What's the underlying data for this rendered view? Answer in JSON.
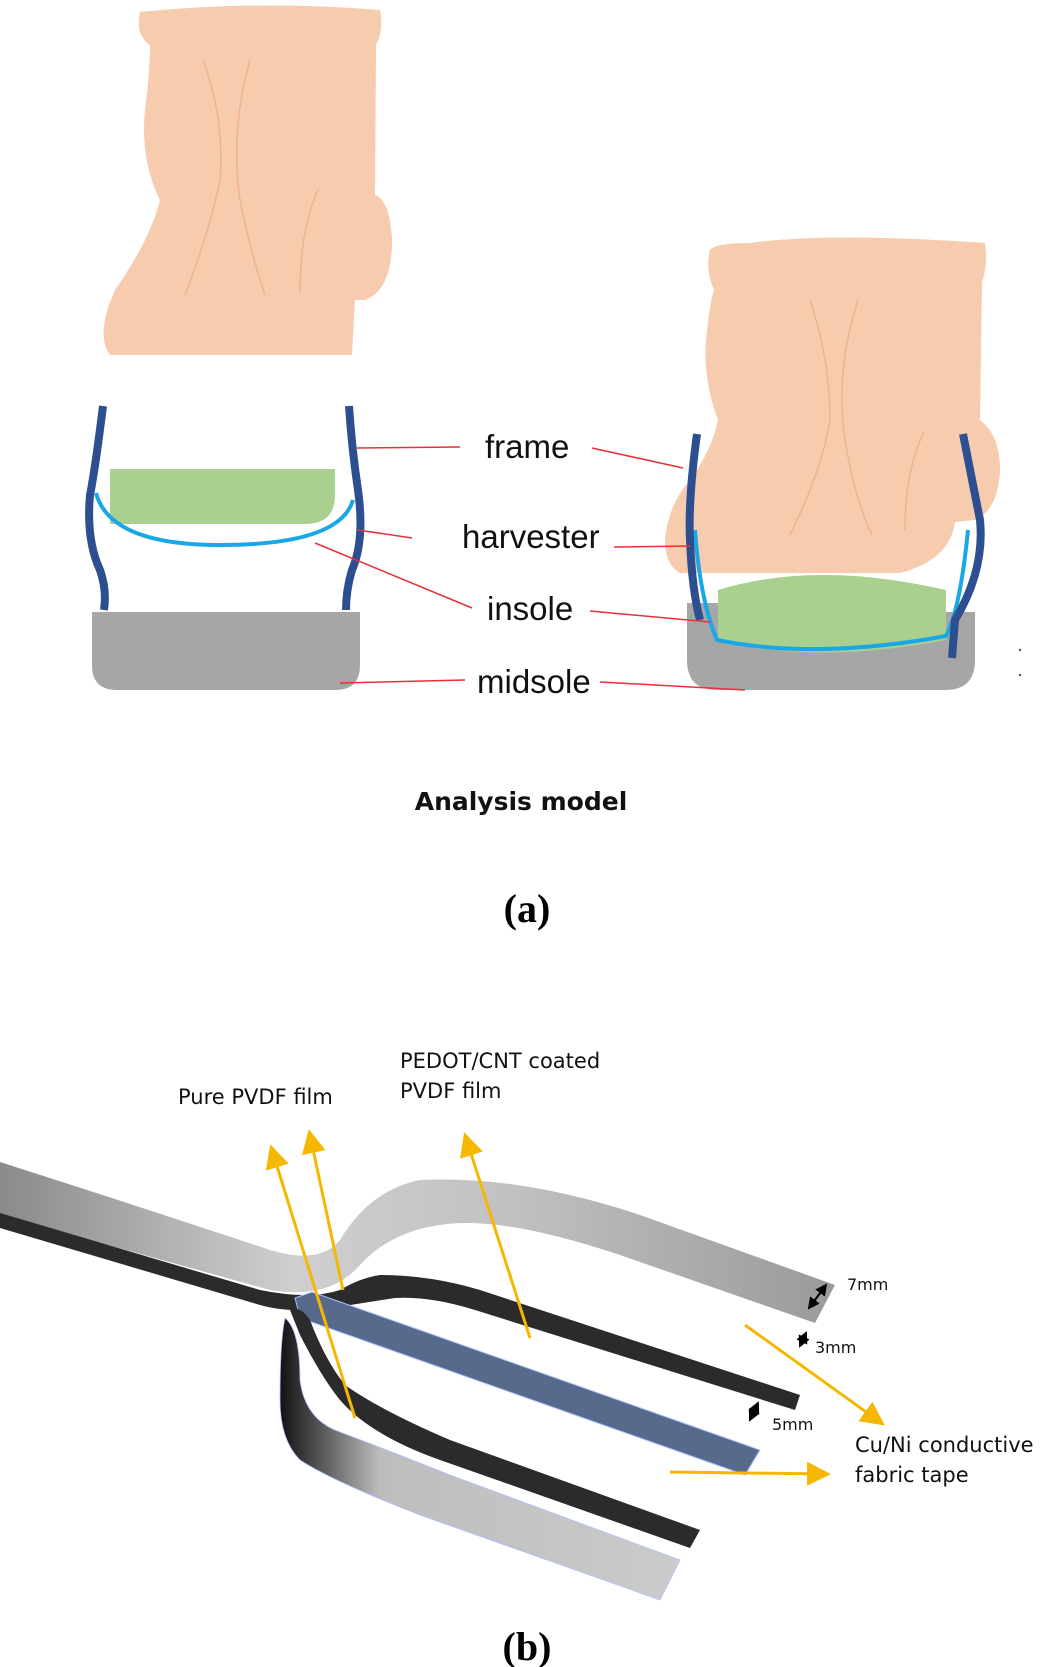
{
  "panel_a": {
    "labels": {
      "frame": "frame",
      "harvester": "harvester",
      "insole": "insole",
      "midsole": "midsole"
    },
    "title": "Analysis model",
    "caption": "(a)"
  },
  "panel_b": {
    "labels": {
      "pure_pvdf": "Pure PVDF film",
      "pedot_line1": "PEDOT/CNT coated",
      "pedot_line2": "PVDF film",
      "cuni_line1": "Cu/Ni conductive",
      "cuni_line2": "fabric tape"
    },
    "dimensions": {
      "pure_pvdf_width": "7mm",
      "tape_width": "3mm",
      "pedot_width": "5mm"
    },
    "caption": "(b)"
  },
  "colors": {
    "skin": "#f7cbad",
    "skin_line": "#f0b48a",
    "frame": "#2e4f8f",
    "harvester": "#1aa7e6",
    "insole": "#a9d08e",
    "midsole": "#a6a6a6",
    "leader_line": "#e8303a",
    "arrow": "#f5b800",
    "pvdf_gray": "#c9c9c9",
    "tape_black": "#2b2b2b",
    "pedot_blue": "#586a8c"
  }
}
